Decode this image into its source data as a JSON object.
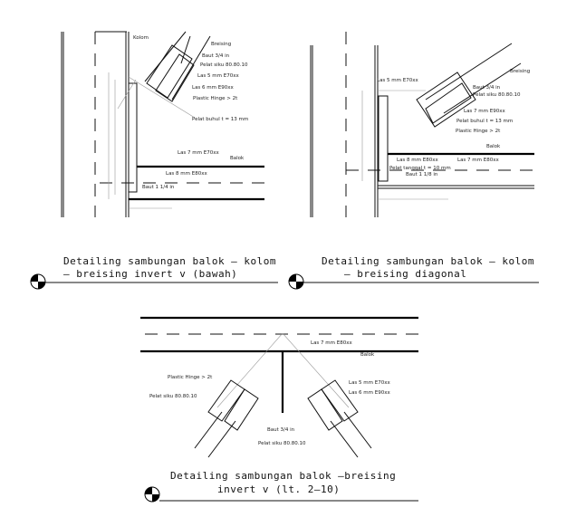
{
  "panels": [
    {
      "title_line1": "Detailing sambungan balok – kolom",
      "title_line2": "– breising invert v (bawah)",
      "labels": [
        "Kolom",
        "Breising",
        "Baut 3/4 in",
        "Pelat siku 80.80.10",
        "Las 5 mm E70xx",
        "Las 6 mm E90xx",
        "Plastic Hinge > 2t",
        "Pelat buhul t = 13 mm",
        "Las 7 mm E70xx",
        "Balok",
        "Las 8 mm E80xx",
        "Baut 1 1/4 in"
      ]
    },
    {
      "title_line1": "Detailing sambungan balok – kolom",
      "title_line2": "– breising diagonal",
      "labels": [
        "Las 5 mm E70xx",
        "Breising",
        "Baut 3/4 in",
        "Pelat siku 80.80.10",
        "Las 7 mm E90xx",
        "Pelat buhul t = 13 mm",
        "Plastic Hinge > 2t",
        "Balok",
        "Las 8 mm E80xx",
        "Las 7 mm E80xx",
        "Pelat tanggal t = 10 mm",
        "Baut 1 1/8 in"
      ]
    },
    {
      "title_line1": "Detailing sambungan balok –breising",
      "title_line2": "invert v (lt. 2–10)",
      "labels": [
        "Las 7 mm E80xx",
        "Balok",
        "Plastic Hinge > 2t",
        "Pelat siku 80.80.10",
        "Las 5 mm E70xx",
        "Las 6 mm E90xx",
        "Baut 3/4 in",
        "Pelat siku 80.80.10"
      ]
    }
  ],
  "icons": [
    "section-marker-icon"
  ],
  "colors": {
    "line": "#000000",
    "dimension": "#999999",
    "background": "#ffffff"
  }
}
